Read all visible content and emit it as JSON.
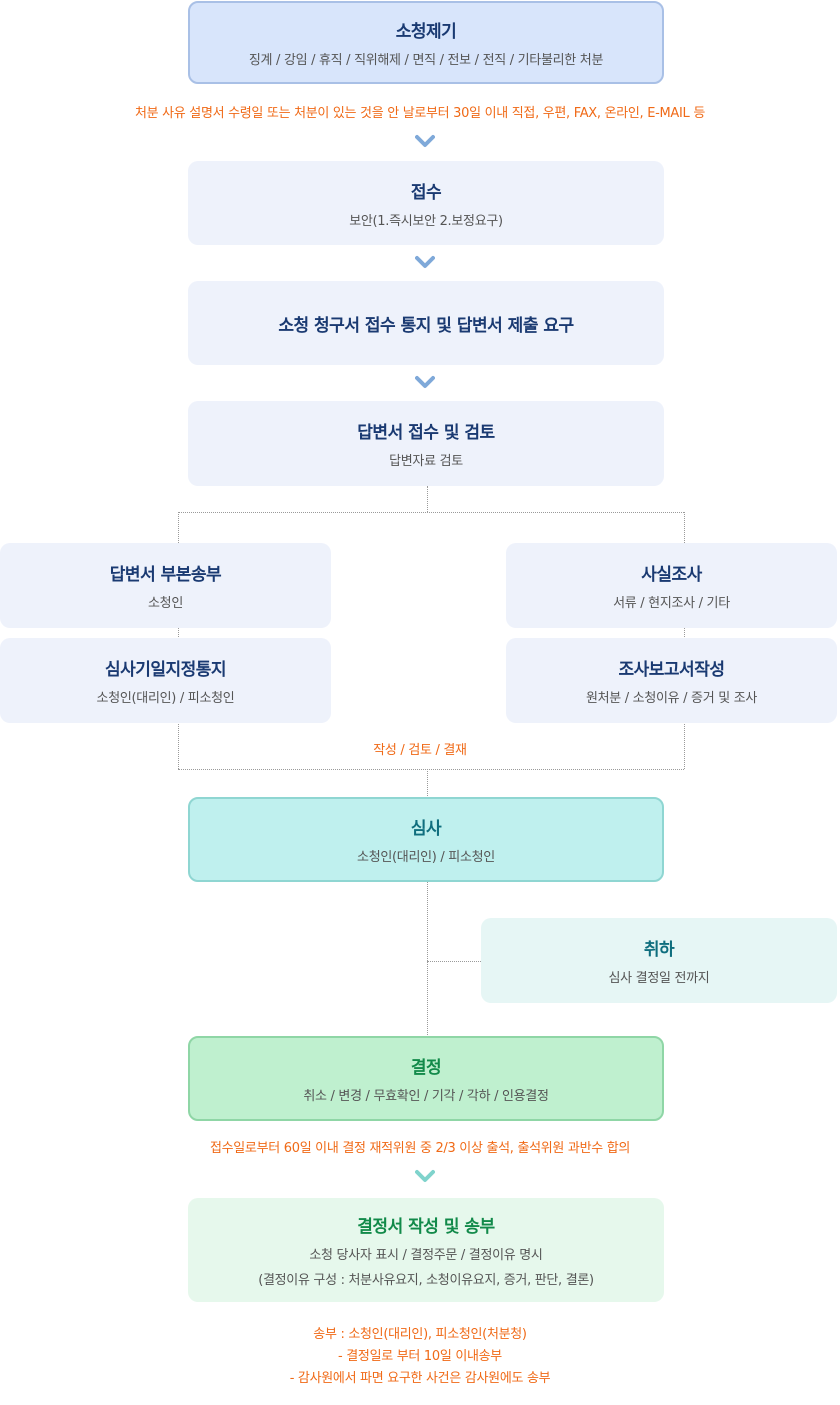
{
  "step1": {
    "title": "소청제기",
    "sub": "징계  /  강임  /  휴직  /  직위해제  /  면직  /  전보  /  전직  /  기타불리한 처분"
  },
  "note1": "처분 사유 설명서 수령일 또는 처분이 있는 것을 안 날로부터 30일 이내 직접, 우편, FAX, 온라인, E-MAIL 등",
  "step2": {
    "title": "접수",
    "sub": "보안(1.즉시보안 2.보정요구)"
  },
  "step3": {
    "title": "소청 청구서 접수 통지 및 답변서 제출 요구"
  },
  "step4": {
    "title": "답변서 접수 및 검토",
    "sub": "답변자료 검토"
  },
  "left1": {
    "title": "답변서 부본송부",
    "sub": "소청인"
  },
  "left2": {
    "title": "심사기일지정통지",
    "sub": "소청인(대리인)  /  피소청인"
  },
  "right1": {
    "title": "사실조사",
    "sub": "서류  /  현지조사  /  기타"
  },
  "right2": {
    "title": "조사보고서작성",
    "sub": "원처분  /  소청이유  /  증거 및 조사"
  },
  "note2": "작성  /  검토  /  결재",
  "step5": {
    "title": "심사",
    "sub": "소청인(대리인)  /  피소청인"
  },
  "withdraw": {
    "title": "취하",
    "sub": "심사 결정일 전까지"
  },
  "step6": {
    "title": "결정",
    "sub": "취소  /  변경  /  무효확인  /  기각  /  각하  /  인용결정"
  },
  "note3": "접수일로부터 60일 이내 결정 재적위원 중 2/3 이상 출석, 출석위원 과반수 합의",
  "step7": {
    "title": "결정서 작성 및 송부",
    "sub1": "소청 당사자 표시  /  결정주문  /  결정이유 명시",
    "sub2": "(결정이유 구성 :  처분사유요지, 소청이유요지, 증거, 판단, 결론)"
  },
  "note4": {
    "line1": "송부 : 소청인(대리인), 피소청인(처분청)",
    "line2": "- 결정일로 부터 10일 이내송부",
    "line3": "- 감사원에서 파면 요구한 사건은 감사원에도 송부"
  },
  "colors": {
    "blue_chevron": "#7fa9d9",
    "teal_chevron": "#7fd3cc",
    "note": "#f06a17",
    "title_blue": "#1a3a72"
  },
  "icons": [
    "chevron-down-icon"
  ]
}
